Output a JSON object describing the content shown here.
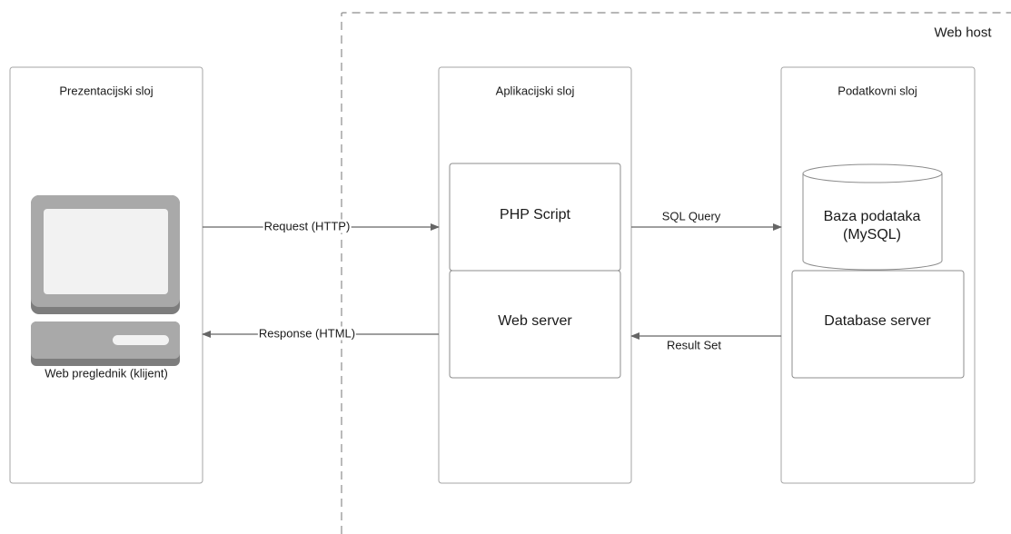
{
  "web_host_label": "Web host",
  "layers": {
    "presentation": "Prezentacijski sloj",
    "application": "Aplikacijski sloj",
    "data": "Podatkovni sloj"
  },
  "nodes": {
    "client": "Web preglednik (klijent)",
    "php_script": "PHP Script",
    "web_server": "Web server",
    "database_line1": "Baza podataka",
    "database_line2": "(MySQL)",
    "database_server": "Database server"
  },
  "edges": {
    "request": "Request (HTTP)",
    "response": "Response (HTML)",
    "sql_query": "SQL Query",
    "result_set": "Result Set"
  },
  "colors": {
    "stroke": "#8c8c8c",
    "arrow": "#666666",
    "computer_gray": "#a9a9a9",
    "computer_dark": "#7d7d7d",
    "screen": "#f2f2f2"
  }
}
